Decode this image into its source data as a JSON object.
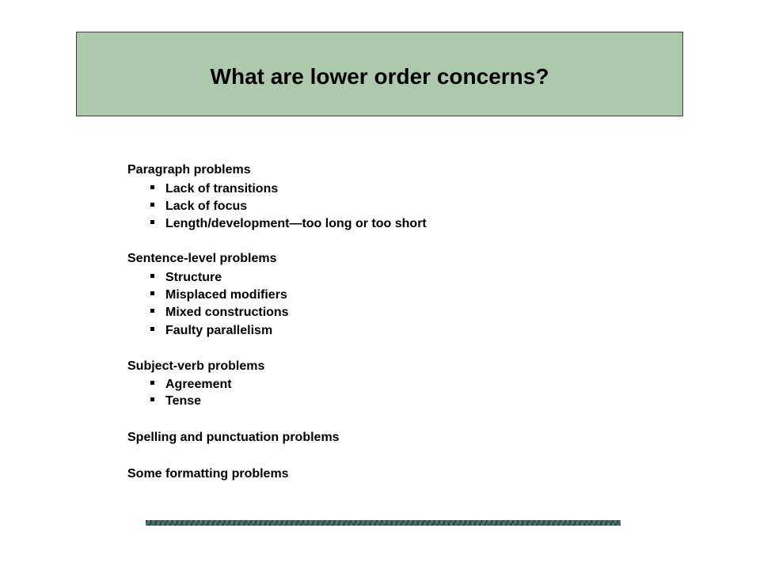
{
  "slide": {
    "title": "What are lower order concerns?",
    "colors": {
      "title_fill": "#acc9ac",
      "title_border": "#3c3c3c",
      "text": "#000000",
      "bar": "#3f6b63"
    },
    "sections": [
      {
        "heading": "Paragraph problems",
        "items": [
          "Lack of transitions",
          "Lack of focus",
          "Length/development—too long or too short"
        ]
      },
      {
        "heading": "Sentence-level problems",
        "items": [
          "Structure",
          "Misplaced modifiers",
          "Mixed constructions",
          "Faulty parallelism"
        ]
      },
      {
        "heading": "Subject-verb problems",
        "items": [
          "Agreement",
          "Tense"
        ]
      },
      {
        "heading": "Spelling and punctuation problems",
        "items": []
      },
      {
        "heading": "Some formatting problems",
        "items": []
      }
    ]
  }
}
